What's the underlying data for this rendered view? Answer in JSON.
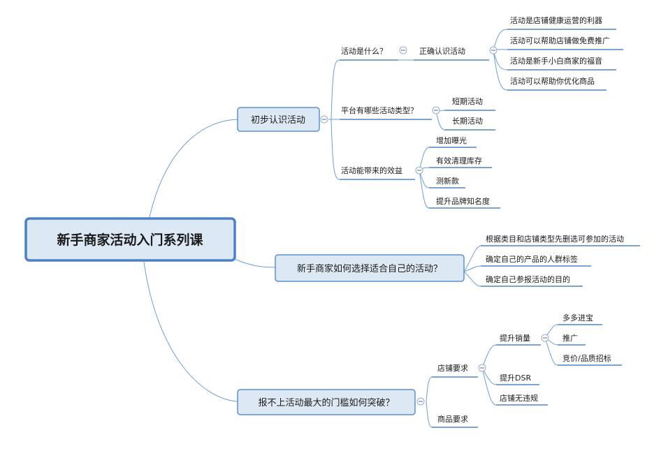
{
  "root": {
    "label": "新手商家活动入门系列课"
  },
  "branch1": {
    "label": "初步认识活动",
    "q1": {
      "label": "活动是什么？",
      "sub": {
        "label": "正确认识活动",
        "items": [
          "活动是店铺健康运营的利器",
          "活动可以帮助店铺做免费推广",
          "活动是新手小白商家的福音",
          "活动可以帮助你优化商品"
        ]
      }
    },
    "q2": {
      "label": "平台有哪些活动类型？",
      "items": [
        "短期活动",
        "长期活动"
      ]
    },
    "q3": {
      "label": "活动能带来的效益",
      "items": [
        "增加曝光",
        "有效清理库存",
        "测新款",
        "提升品牌知名度"
      ]
    }
  },
  "branch2": {
    "label": "新手商家如何选择适合自己的活动？",
    "items": [
      "根据类目和店铺类型先删选可参加的活动",
      "确定自己的产品的人群标签",
      "确定自己参报活动的目的"
    ]
  },
  "branch3": {
    "label": "报不上活动最大的门槛如何突破？",
    "store": {
      "label": "店铺要求",
      "sales": {
        "label": "提升销量",
        "items": [
          "多多进宝",
          "推广",
          "竞价/品质招标"
        ]
      },
      "dsr": "提升DSR",
      "no_violation": "店铺无违规"
    },
    "product": {
      "label": "商品要求"
    }
  },
  "colors": {
    "line": "#6a9fd6",
    "node_fill": "#dde8f5",
    "node_border": "#5b8fd0",
    "root_fill": "#dde8f5",
    "root_border": "#4a80cc"
  }
}
